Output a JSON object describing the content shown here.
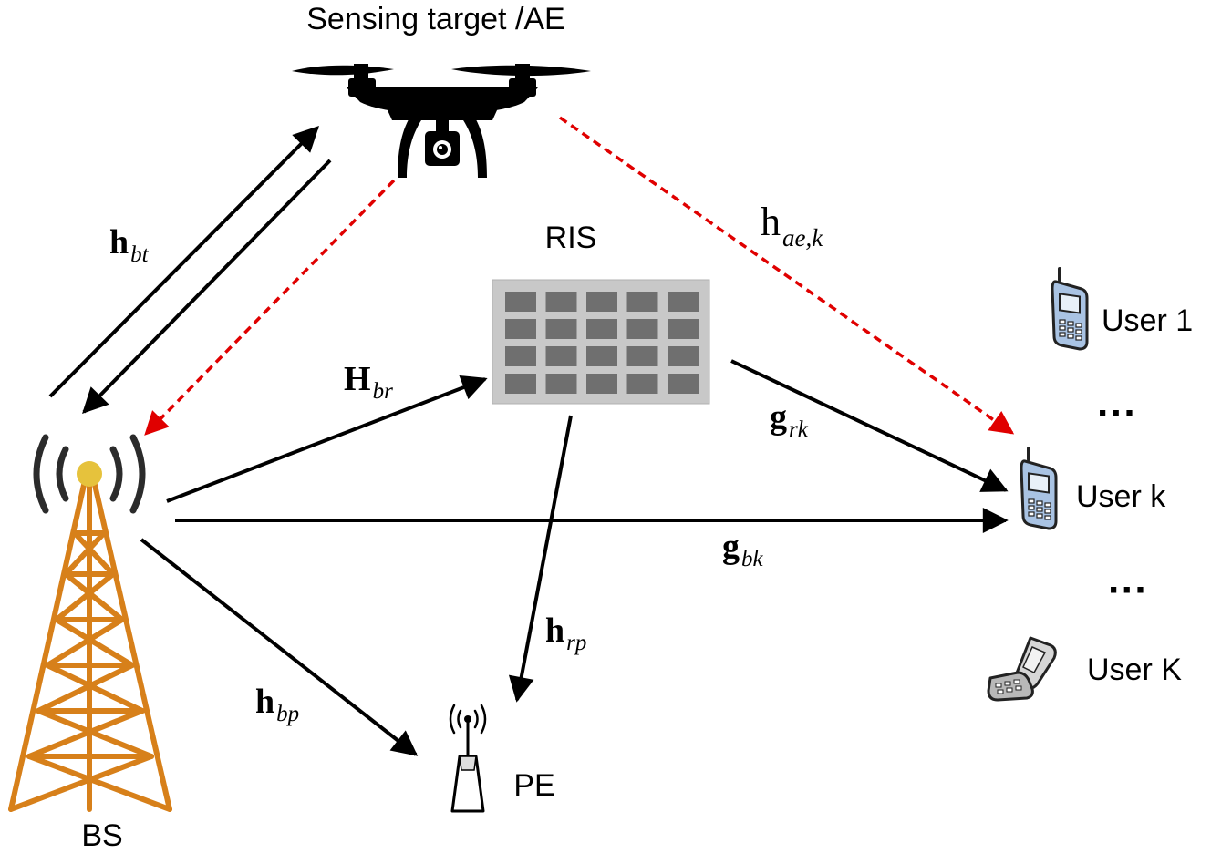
{
  "nodes": {
    "target": "Sensing target /AE",
    "ris": "RIS",
    "bs": "BS",
    "pe": "PE",
    "user1": "User 1",
    "userk": "User k",
    "userK": "User K",
    "dots": "···"
  },
  "channels": {
    "h_bt": {
      "base": "h",
      "sub": "bt"
    },
    "h_aek": {
      "base": "h",
      "sub": "ae,k"
    },
    "H_br": {
      "base": "H",
      "sub": "br"
    },
    "g_rk": {
      "base": "g",
      "sub": "rk"
    },
    "g_bk": {
      "base": "g",
      "sub": "bk"
    },
    "h_rp": {
      "base": "h",
      "sub": "rp"
    },
    "h_bp": {
      "base": "h",
      "sub": "bp"
    }
  },
  "colors": {
    "link": "#000000",
    "sensing_link": "#e00000",
    "tower": "#d7801a",
    "tower_lamp": "#e6c23c",
    "ris_panel": "#c8c8c8",
    "ris_element": "#6f6f6f",
    "phone_body": "#a9c3e3"
  },
  "icons": [
    "drone-icon",
    "tower-icon",
    "ris-panel-icon",
    "pe-antenna-icon",
    "phone-icon",
    "flip-phone-icon"
  ]
}
